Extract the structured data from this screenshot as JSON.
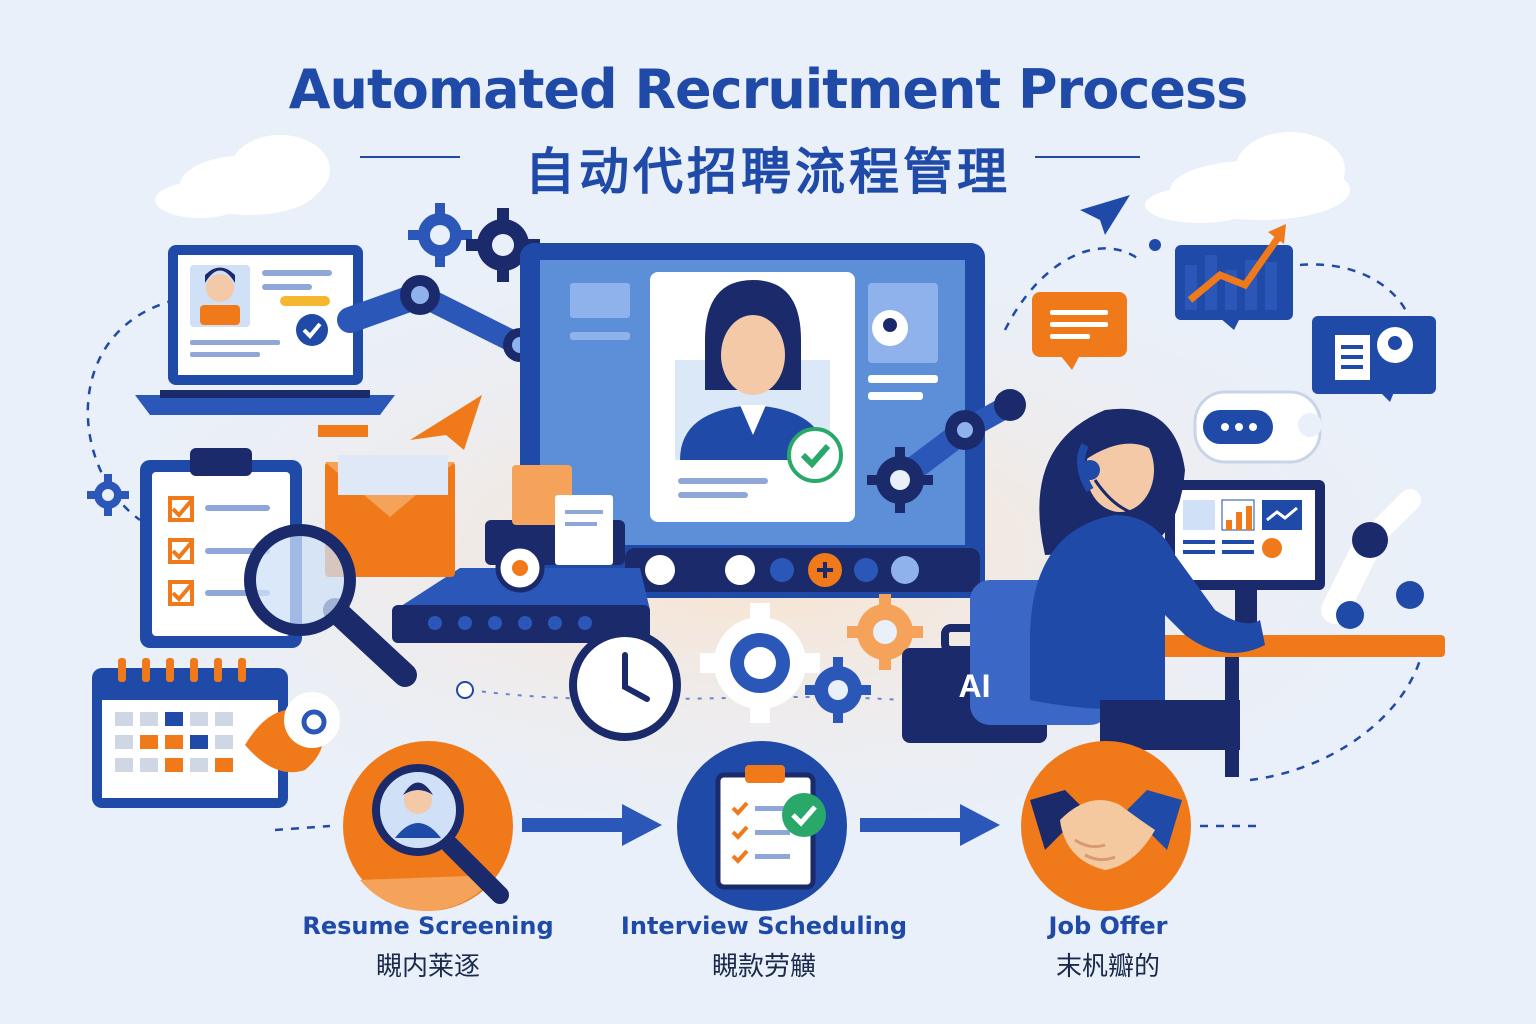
{
  "header": {
    "title": "Automated Recruitment Process",
    "subtitle": "自动代招聘流程管理"
  },
  "center": {
    "briefcase_label": "AI"
  },
  "steps": [
    {
      "label": "Resume Screening",
      "sub": "瞡内莱逐",
      "icon": "candidate-search-icon"
    },
    {
      "label": "Interview Scheduling",
      "sub": "瞡款劳觵",
      "icon": "clipboard-check-icon"
    },
    {
      "label": "Job Offer",
      "sub": "末杋瓣的",
      "icon": "handshake-icon"
    }
  ],
  "colors": {
    "primary_blue": "#1f4aa8",
    "dark_navy": "#1b2a6b",
    "accent_orange": "#f07a1a",
    "success_green": "#2aa86a",
    "background": "#e9f0fa"
  }
}
